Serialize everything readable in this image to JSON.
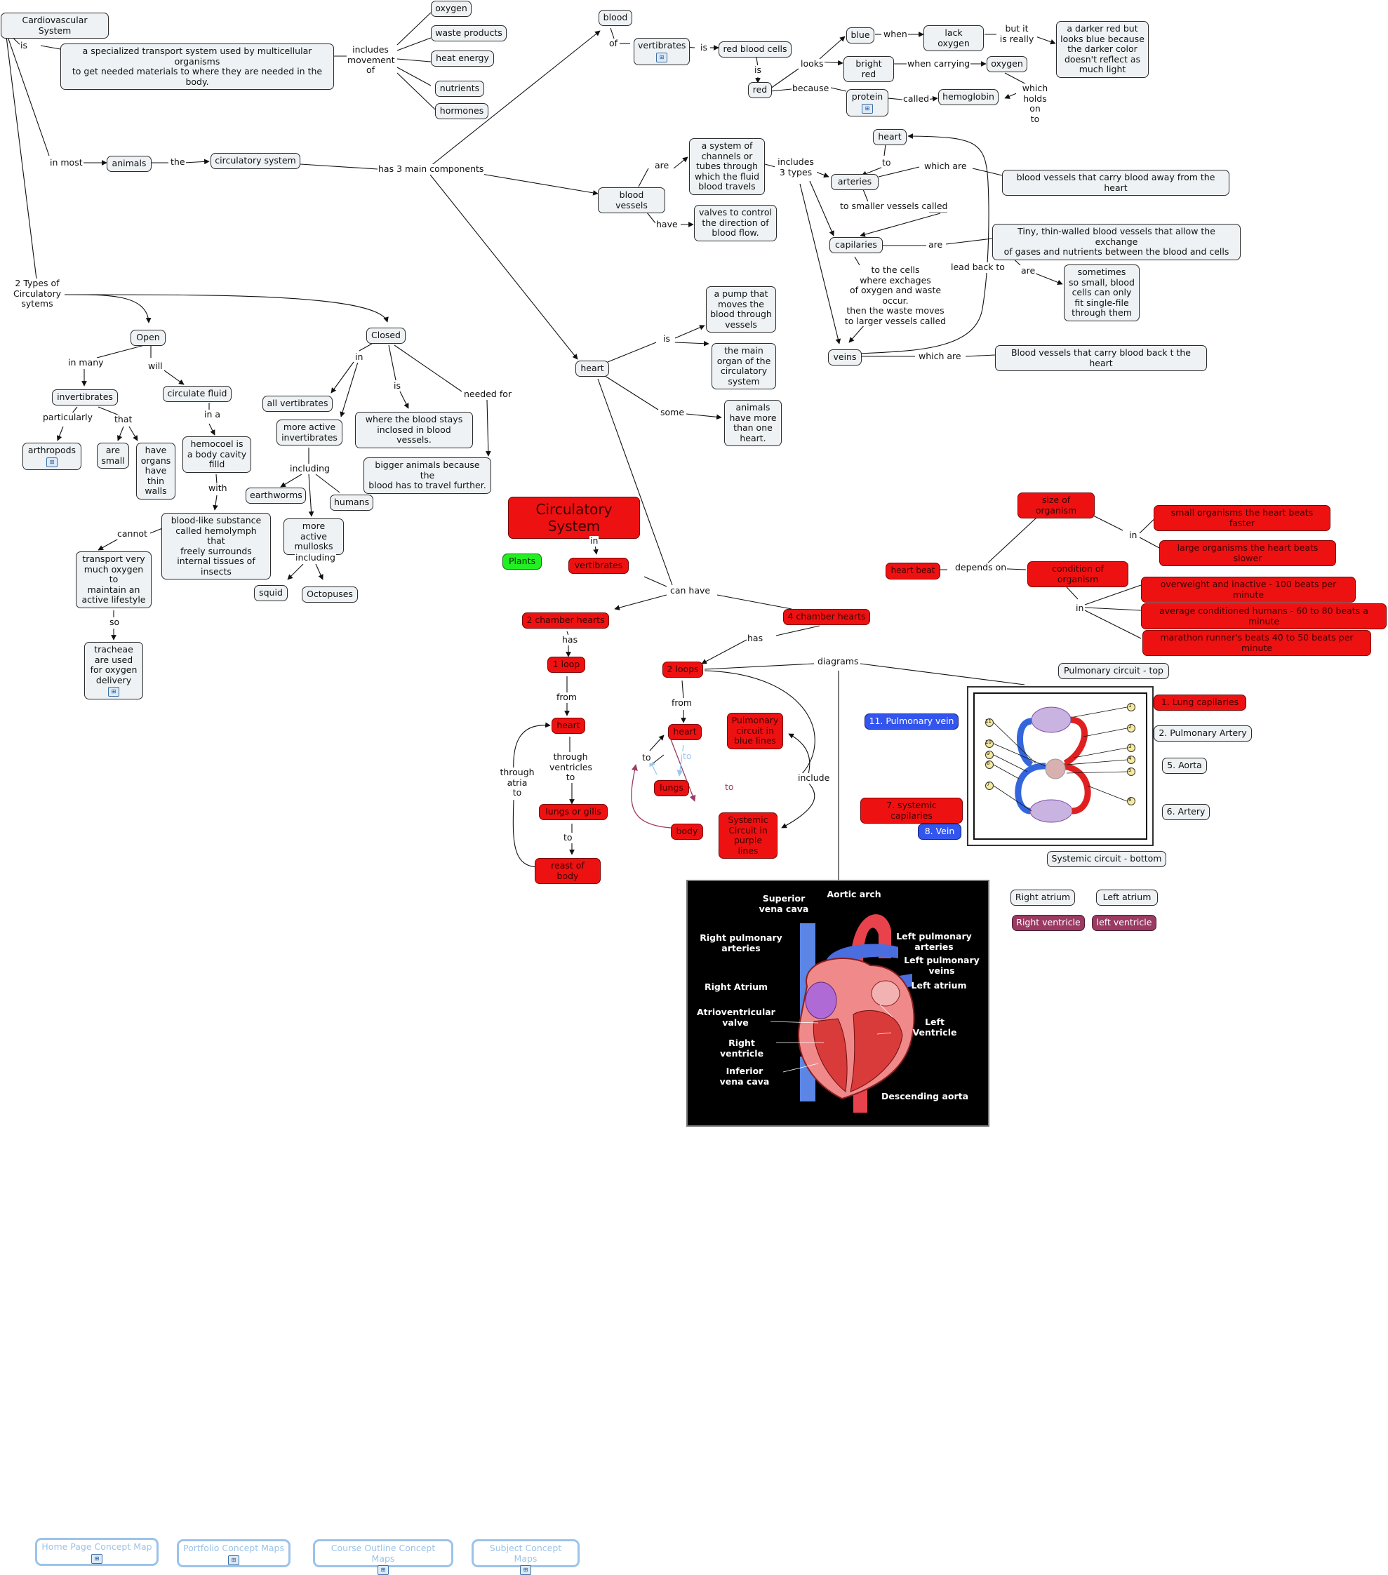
{
  "nodes": {
    "cardiovascular": "Cardiovascular System",
    "specialized": "a specialized transport system used by multicellular organisms\nto get needed materials to where they are needed in the body.",
    "oxygen_top": "oxygen",
    "waste": "waste products",
    "heat_energy": "heat energy",
    "nutrients": "nutrients",
    "hormones": "hormones",
    "blood": "blood",
    "vertibrates_top": "vertibrates",
    "rbc": "red blood cells",
    "red": "red",
    "blue": "blue",
    "lack_oxygen": "lack oxygen",
    "darker_red": "a darker red but\nlooks blue because\nthe darker color\ndoesn't reflect as\nmuch light",
    "bright_red": "bright red",
    "oxygen_mid": "oxygen",
    "protein": "protein",
    "hemoglobin": "hemoglobin",
    "animals": "animals",
    "circ_system": "circulatory system",
    "blood_vessels": "blood vessels",
    "system_channels": "a system of\nchannels or\ntubes through\nwhich the fluid\nblood travels",
    "valves": "valves to control\nthe direction of\nblood flow.",
    "heart_small": "heart",
    "arteries": "arteries",
    "arteries_def": "blood vessels that carry blood away from the heart",
    "capilaries": "capilaries",
    "capilaries_def": "Tiny, thin-walled blood vessels that allow the exchange\nof gases and nutrients between the blood and cells",
    "sometimes": "sometimes\nso small, blood\ncells can only\nfit single-file\nthrough them",
    "veins": "veins",
    "veins_def": "Blood vessels that carry blood back t the heart",
    "heart_main": "heart",
    "pump": "a pump that\nmoves the\nblood through\nvessels",
    "main_organ": "the main\norgan of the\ncirculatory\nsystem",
    "animals_more": "animals\nhave more\nthan one\nheart.",
    "two_types": "2 Types of\nCirculatory\nsytems",
    "open": "Open",
    "closed": "Closed",
    "invertibrates": "invertibrates",
    "arthropods": "arthropods",
    "are_small": "are\nsmall",
    "thin_walls": "have\norgans\nhave\nthin\nwalls",
    "circulate_fluid": "circulate fluid",
    "hemocoel": "hemocoel is\na body cavity\nfilld",
    "hemolymph": "blood-like substance\ncalled hemolymph that\nfreely surrounds\ninternal tissues of\ninsects",
    "transport_oxygen": "transport very\nmuch oxygen\nto\nmaintain an\nactive lifestyle",
    "tracheae": "tracheae\nare used\nfor oxygen\ndelivery",
    "all_vertibrates": "all vertibrates",
    "more_active_inv": "more active\ninvertibrates",
    "earthworms": "earthworms",
    "humans": "humans",
    "more_active_mol": "more active\nmullosks",
    "squid": "squid",
    "octopuses": "Octopuses",
    "where_blood": "where the blood stays\ninclosed in blood vessels.",
    "bigger_animals": "bigger animals because the\nblood has to travel further.",
    "circ_title": "Circulatory System",
    "plants": "Plants",
    "vertibrates_red": "vertibrates",
    "two_chamber": "2 chamber hearts",
    "four_chamber": "4 chamber hearts",
    "one_loop": "1 loop",
    "heart_a": "heart",
    "lungs_gills": "lungs or gills",
    "reast_body": "reast of body",
    "two_loops": "2 loops",
    "heart_b": "heart",
    "lungs": "lungs",
    "body": "body",
    "pulmonary_blue": "Pulmonary\ncircuit in\nblue lines",
    "systemic_purple": "Systemic\nCircuit in\npurple lines",
    "size_organism": "size of organism",
    "small_organisms": "small organisms the heart beats faster",
    "large_organisms": "large organisms the heart beats slower",
    "heart_beat": "heart beat",
    "condition_organism": "condition of organism",
    "overweight": "overweight and inactive - 100 beats per minute",
    "average": "average conditioned humans - 60 to 80 beats a minute",
    "marathon": "marathon runner's beats 40 to 50 beats per minute",
    "pulm_top": "Pulmonary circuit - top",
    "lung_cap": "1. Lung capilaries",
    "pulm_artery": "2. Pulmonary Artery",
    "aorta": "5. Aorta",
    "artery": "6. Artery",
    "pulm_vein": "11. Pulmonary vein",
    "sys_cap": "7. systemic capilaries",
    "vein8": "8. Vein",
    "sys_bottom": "Systemic circuit - bottom",
    "right_atrium": "Right atrium",
    "left_atrium": "Left atrium",
    "right_ventricle": "Right ventricle",
    "left_ventricle": "left ventricle"
  },
  "links": {
    "is_1": "is",
    "includes_movement": "includes\nmovement\nof",
    "in_most": "in most",
    "the": "the",
    "has3": "has 3 main components",
    "of": "of",
    "is_2": "is",
    "is_3": "is",
    "looks": "looks",
    "when": "when",
    "but_really": "but it\nis really",
    "when_carrying": "when carrying",
    "because": "because",
    "called": "called",
    "holds_on": "which\nholds on\nto",
    "are_1": "are",
    "have_1": "have",
    "includes3": "includes\n3 types",
    "to_1": "to",
    "which_are_1": "which are",
    "smaller_vessels": "to smaller vessels called",
    "are_2": "are",
    "are_3": "are",
    "to_cells": "to the cells\nwhere exchages\nof oxygen and waste occur.\nthen the waste moves\nto larger vessels called",
    "lead_back": "lead back to",
    "which_are_2": "which are",
    "is_4": "is",
    "some": "some",
    "in_many": "in many",
    "will": "will",
    "particularly": "particularly",
    "that": "that",
    "in_a": "in a",
    "with": "with",
    "cannot": "cannot",
    "so": "so",
    "in_1": "in",
    "is_5": "is",
    "needed_for": "needed for",
    "including_1": "including",
    "including_2": "including",
    "in_2": "in",
    "can_have": "can have",
    "has_1": "has",
    "has_2": "has",
    "diagrams": "diagrams",
    "from_1": "from",
    "through_ventricles": "through\nventricles\nto",
    "to_2": "to",
    "through_atria": "through\natria\nto",
    "from_2": "from",
    "to_3": "to",
    "to_4": "to",
    "to_5": "to",
    "include": "include",
    "depends_on": "depends on",
    "in_3": "in",
    "in_4": "in"
  },
  "heart_diagram_labels": {
    "svc": "Superior\nvena cava",
    "aortic_arch": "Aortic arch",
    "rpa": "Right pulmonary\narteries",
    "lpa": "Left pulmonary\narteries",
    "lpv": "Left pulmonary\nveins",
    "ra": "Right Atrium",
    "la": "Left  atrium",
    "av": "Atrioventricular\nvalve",
    "lv": "Left\nVentricle",
    "rv": "Right ventricle",
    "ivc": "Inferior\nvena cava",
    "da": "Descending aorta"
  },
  "circuit_numbers": [
    "1",
    "2",
    "3",
    "4",
    "5",
    "6",
    "7",
    "8",
    "9",
    "10",
    "11"
  ],
  "resources": {
    "home": "Home Page Concept Map",
    "portfolio": "Portfolio Concept Maps",
    "course": "Course Outline Concept Maps",
    "subject": "Subject Concept Maps"
  },
  "colors": {
    "node_fill": "#eef2f4",
    "red_node": "#ee1111",
    "green_node": "#22ee22",
    "blue_node": "#3355ee",
    "plum_node": "#9b3a62",
    "resource": "#9cc3ea"
  },
  "icons": [
    "concept-map-icon"
  ]
}
